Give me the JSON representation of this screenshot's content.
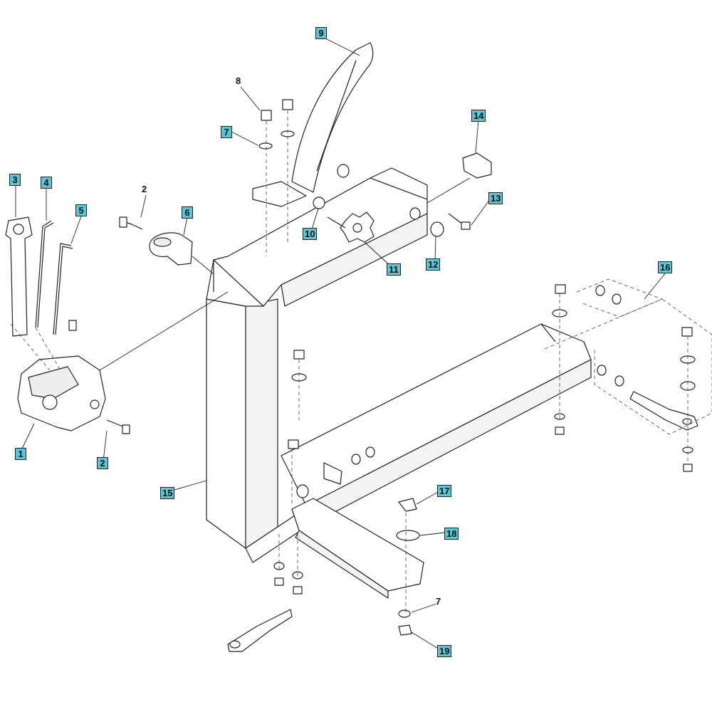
{
  "labels": {
    "l1": "1",
    "l2a": "2",
    "l2b": "2",
    "l3": "3",
    "l4": "4",
    "l5": "5",
    "l6": "6",
    "l7a": "7",
    "l7b": "7",
    "l8": "8",
    "l9": "9",
    "l10": "10",
    "l11": "11",
    "l12": "12",
    "l13": "13",
    "l14": "14",
    "l15": "15",
    "l16": "16",
    "l17": "17",
    "l18": "18",
    "l19": "19"
  },
  "colors": {
    "callout_box": "#5cc6d6",
    "line": "#222222"
  }
}
